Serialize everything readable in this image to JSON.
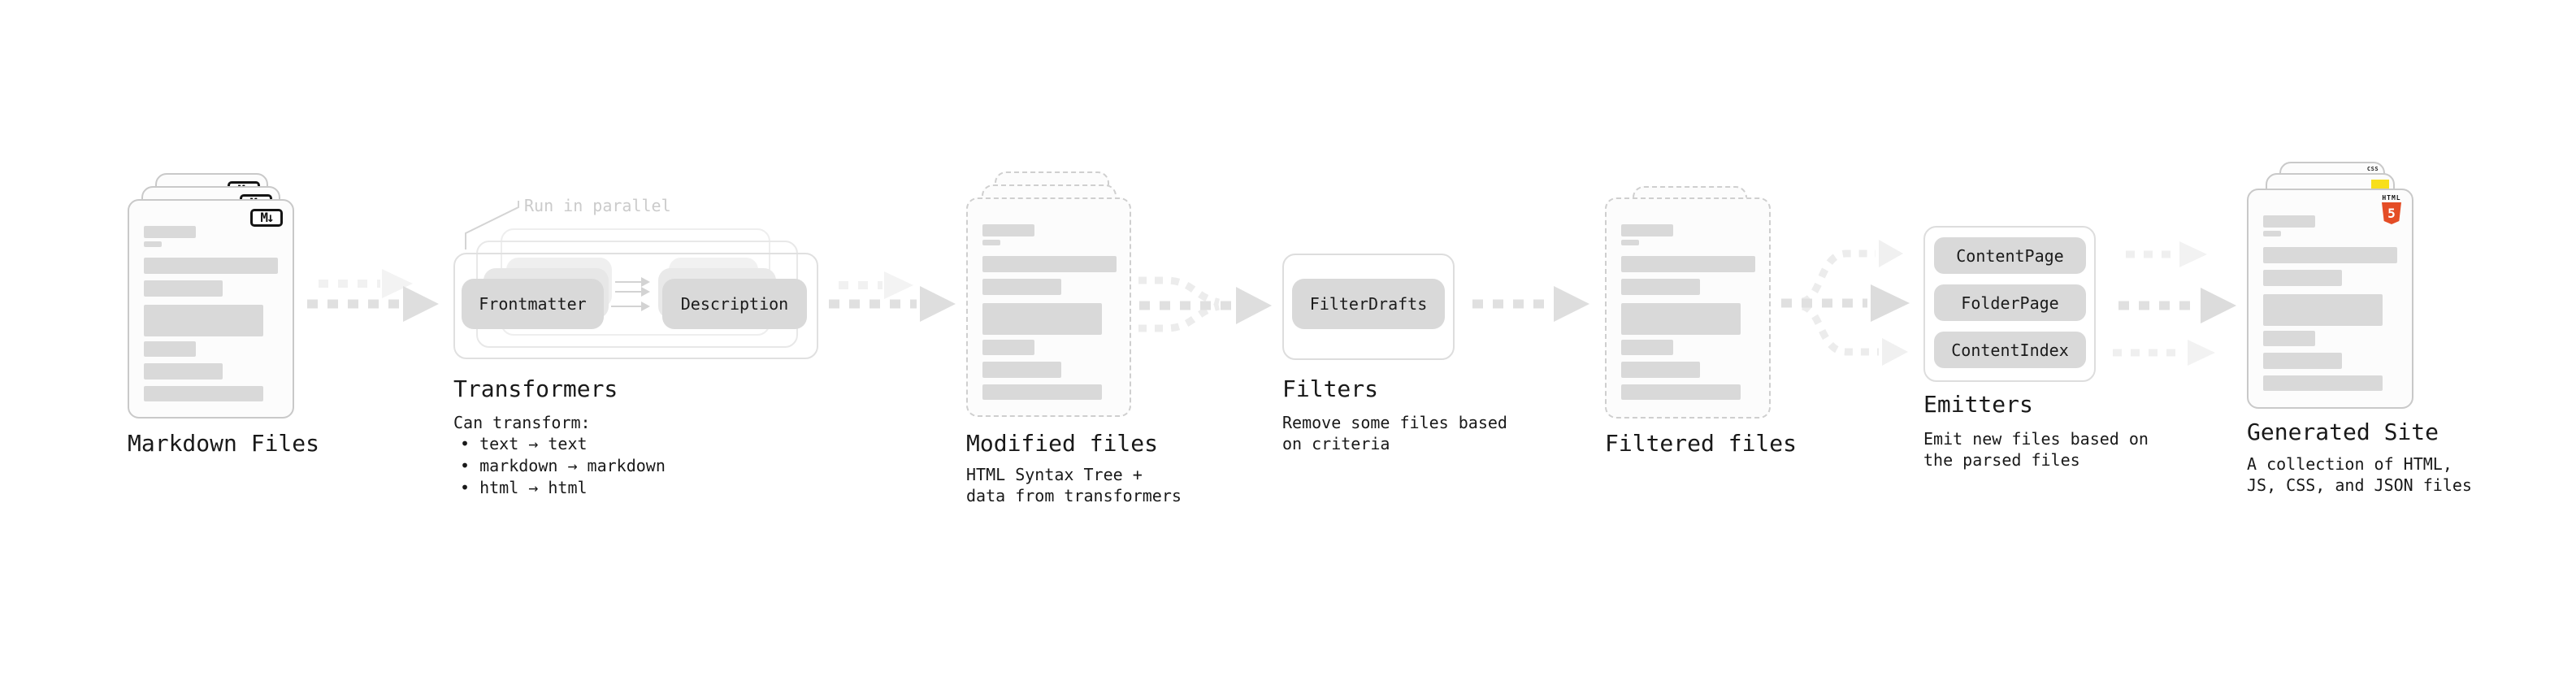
{
  "colors": {
    "bar_gray": "#d9d9d9",
    "pill_gray": "#d9d9d9",
    "arrow_main": "#e0e0e0",
    "arrow_faint": "#f0f0f0",
    "text_dark": "#191919",
    "annotation_gray": "#cbcbcb",
    "html5_orange": "#e44d26",
    "js_yellow": "#f8df1c",
    "css_blue": "#2e65f0"
  },
  "stages": {
    "markdown_files": {
      "label": "Markdown Files",
      "file_badge": "M↓"
    },
    "transformers": {
      "label": "Transformers",
      "annotation": "Run in parallel",
      "pills": [
        "Frontmatter",
        "Description"
      ],
      "note_heading": "Can transform:",
      "note_items": [
        "text → text",
        "markdown → markdown",
        "html → html"
      ]
    },
    "modified_files": {
      "label": "Modified files",
      "note_lines": [
        "HTML Syntax Tree +",
        "data from transformers"
      ]
    },
    "filters": {
      "label": "Filters",
      "pills": [
        "FilterDrafts"
      ],
      "note_lines": [
        "Remove some files based",
        "on criteria"
      ]
    },
    "filtered_files": {
      "label": "Filtered files"
    },
    "emitters": {
      "label": "Emitters",
      "pills": [
        "ContentPage",
        "FolderPage",
        "ContentIndex"
      ],
      "note_lines": [
        "Emit new files based on",
        "the parsed files"
      ]
    },
    "generated_site": {
      "label": "Generated Site",
      "note_lines": [
        "A collection of HTML,",
        "JS, CSS, and JSON files"
      ],
      "badges": {
        "html5_text": "HTML",
        "html5_number": "5",
        "css_text": "CSS"
      }
    }
  }
}
